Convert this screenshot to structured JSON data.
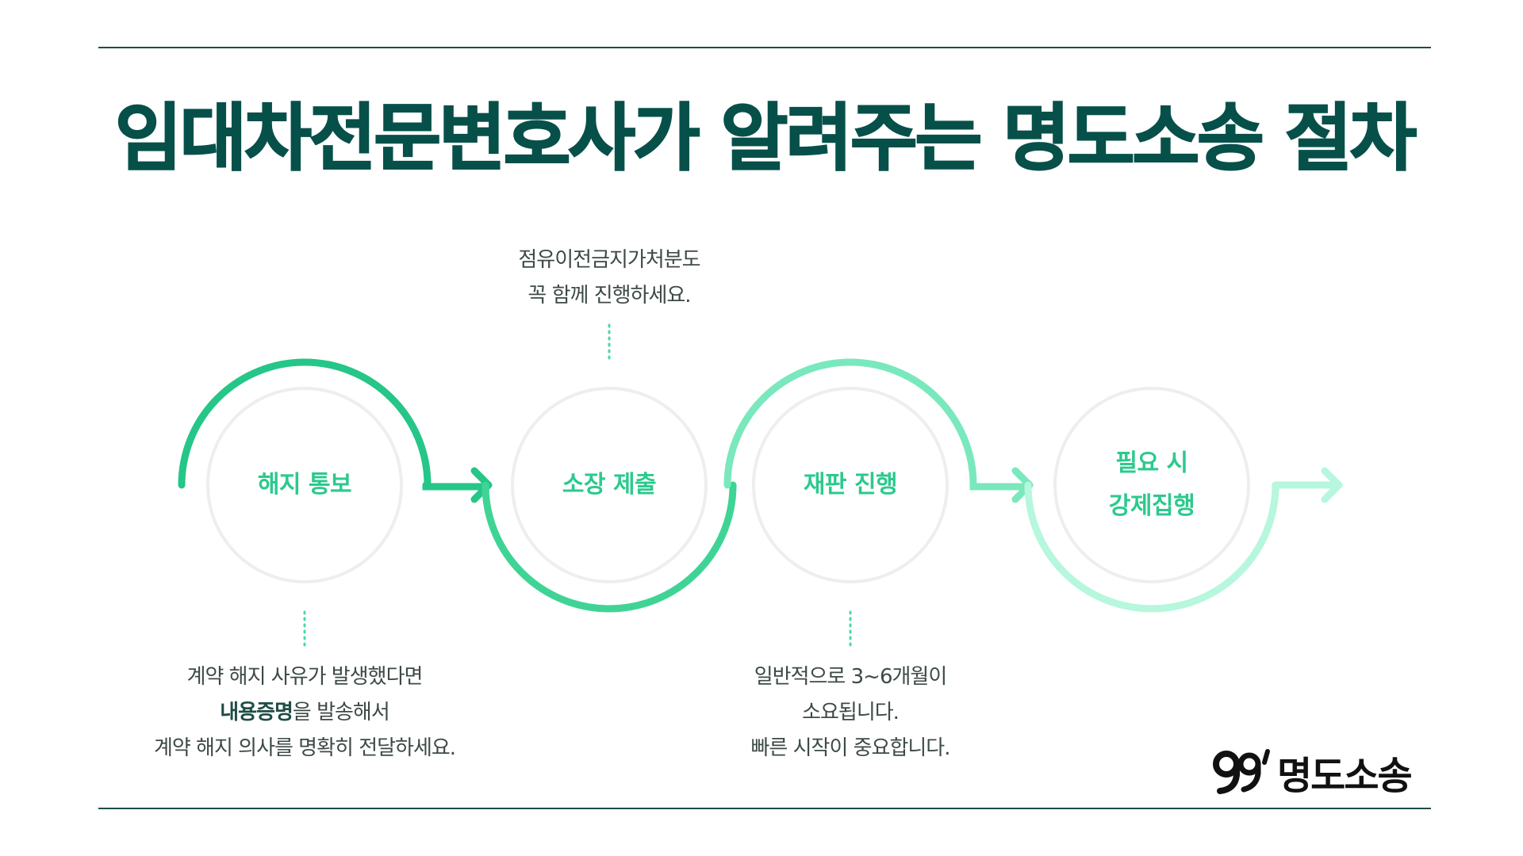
{
  "title": "임대차전문변호사가 알려주는 명도소송 절차",
  "steps": [
    {
      "label": "해지 통보"
    },
    {
      "label": "소장 제출"
    },
    {
      "label": "재판 진행"
    },
    {
      "label_line1": "필요 시",
      "label_line2": "강제집행"
    }
  ],
  "notes": {
    "step1": {
      "line1": "계약 해지 사유가 발생했다면",
      "line2_highlight": "내용증명",
      "line2_rest": "을 발송해서",
      "line3": "계약 해지 의사를 명확히 전달하세요."
    },
    "step2": {
      "line1": "점유이전금지가처분도",
      "line2": "꼭 함께 진행하세요."
    },
    "step3": {
      "line1": "일반적으로 3~6개월이",
      "line2": "소요됩니다.",
      "line3": "빠른 시작이 중요합니다."
    }
  },
  "logo": {
    "text": "명도소송",
    "mark": "99-logo-mark"
  },
  "colors": {
    "title": "#07504a",
    "rule": "#1f4d47",
    "step_label": "#2cc98d",
    "arc1": "#25c688",
    "arc2": "#3fd495",
    "arc3": "#7ae8bd",
    "arc4": "#b6f7dd",
    "circle": "#eeeeee",
    "dots": "#4cd8a4"
  }
}
